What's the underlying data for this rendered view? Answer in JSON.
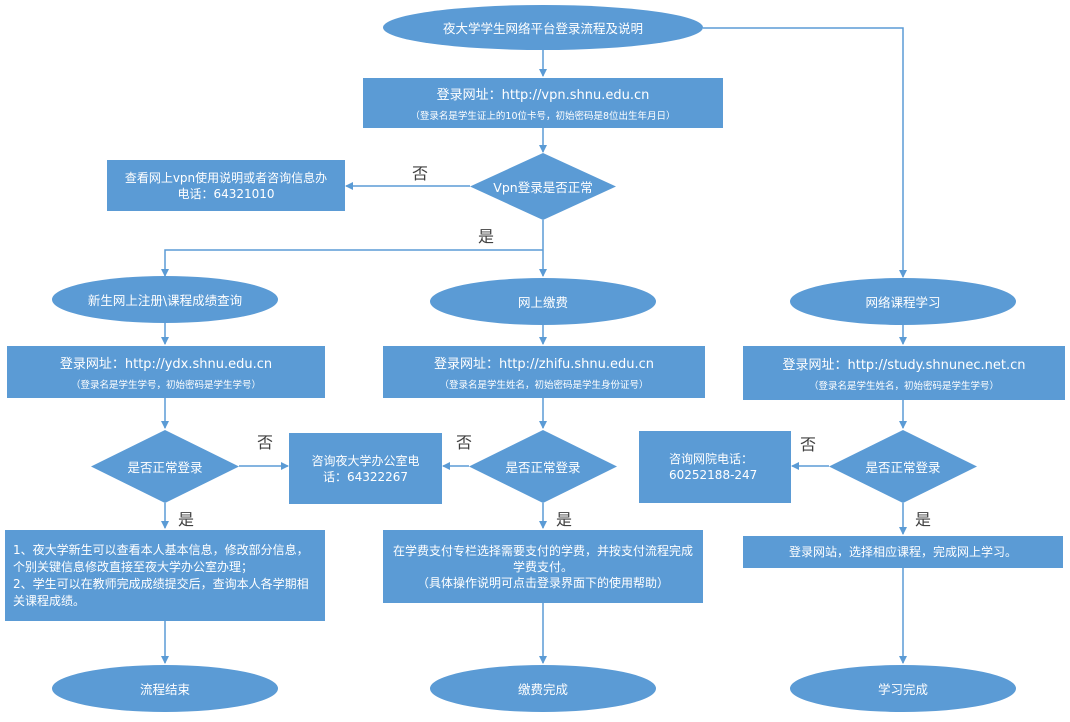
{
  "title_node": "夜大学学生网络平台登录流程及说明",
  "login_box": {
    "url_line": "登录网址：http://vpn.shnu.edu.cn",
    "note_line": "（登录名是学生证上的10位卡号，初始密码是8位出生年月日）"
  },
  "vpn_decision": "Vpn登录是否正常",
  "vpn_help": {
    "line1": "查看网上vpn使用说明或者咨询信息办",
    "line2": "电话：64321010"
  },
  "labels": {
    "no": "否",
    "yes": "是"
  },
  "branches": [
    {
      "name": "新生网上注册\\课程成绩查询",
      "url_line": "登录网址：http://ydx.shnu.edu.cn",
      "note_line": "（登录名是学生学号，初始密码是学生学号）",
      "decision": "是否正常登录",
      "result": "1、夜大学新生可以查看本人基本信息，修改部分信息，个别关键信息修改直接至夜大学办公室办理；\n2、学生可以在教师完成成绩提交后，查询本人各学期相关课程成绩。",
      "end": "流程结束"
    },
    {
      "name": "网上缴费",
      "url_line": "登录网址：http://zhifu.shnu.edu.cn",
      "note_line": "（登录名是学生姓名，初始密码是学生身份证号）",
      "decision": "是否正常登录",
      "result": "在学费支付专栏选择需要支付的学费，并按支付流程完成学费支付。\n（具体操作说明可点击登录界面下的使用帮助）",
      "end": "缴费完成"
    },
    {
      "name": "网络课程学习",
      "url_line": "登录网址：http://study.shnunec.net.cn",
      "note_line": "（登录名是学生姓名，初始密码是学生学号）",
      "decision": "是否正常登录",
      "result": "登录网站，选择相应课程，完成网上学习。",
      "end": "学习完成"
    }
  ],
  "office_contact": {
    "line1": "咨询夜大学办公室电",
    "line2": "话：64322267"
  },
  "college_contact": {
    "line1": "咨询网院电话：",
    "line2": "60252188-247"
  },
  "colors": {
    "fill": "#5b9bd5",
    "line": "#5b9bd5",
    "text": "#ffffff",
    "label": "#404040"
  }
}
